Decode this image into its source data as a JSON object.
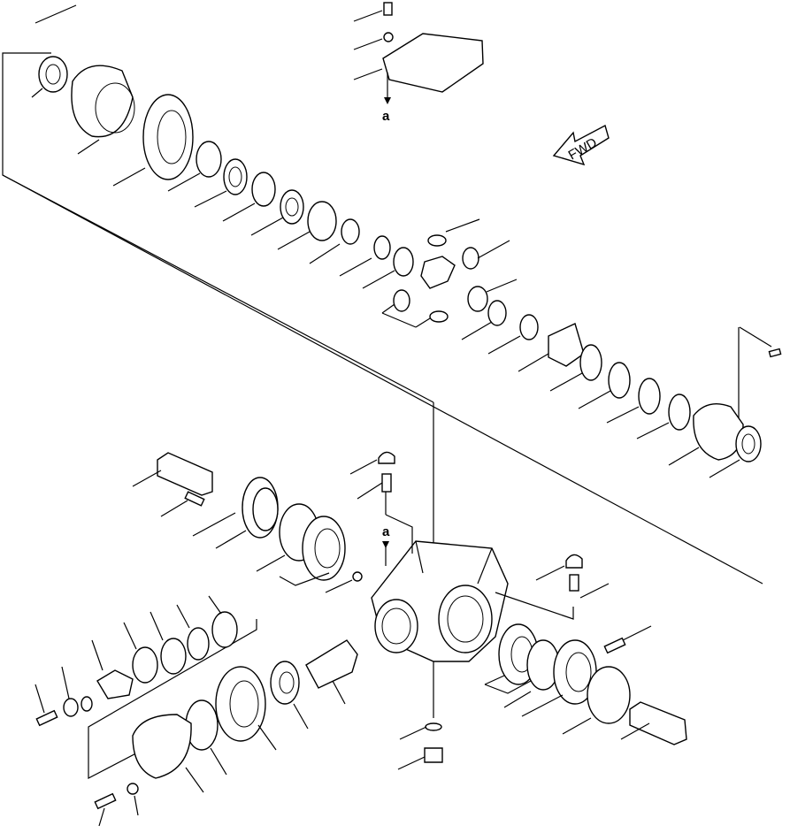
{
  "diagram": {
    "ref_label_top": "a",
    "ref_label_bottom": "a",
    "direction_label": "FWD"
  }
}
